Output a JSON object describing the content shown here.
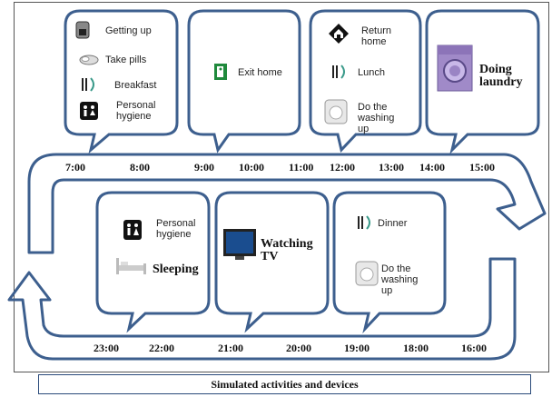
{
  "colors": {
    "stroke": "#3d5f8e"
  },
  "top_bubbles": [
    {
      "items": [
        "Getting up",
        "Take pills",
        "Breakfast",
        "Personal hygiene"
      ]
    },
    {
      "items": [
        "Exit home"
      ]
    },
    {
      "items": [
        "Return home",
        "Lunch",
        "Do the washing up"
      ]
    },
    {
      "items": [
        "Doing laundry"
      ]
    }
  ],
  "bottom_bubbles": [
    {
      "items": [
        "Personal hygiene",
        "Sleeping"
      ]
    },
    {
      "items": [
        "Watching TV"
      ]
    },
    {
      "items": [
        "Dinner",
        "Do the washing up"
      ]
    }
  ],
  "top_times": [
    "7:00",
    "8:00",
    "9:00",
    "10:00",
    "11:00",
    "12:00",
    "13:00",
    "14:00",
    "15:00"
  ],
  "bottom_times": [
    "23:00",
    "22:00",
    "21:00",
    "20:00",
    "19:00",
    "18:00",
    "16:00"
  ],
  "caption": "Simulated activities and devices",
  "icons": {
    "getting_up": "coffee-machine-icon",
    "take_pills": "pills-icon",
    "breakfast": "cutlery-icon",
    "hygiene": "toilet-icon",
    "exit": "exit-sign-icon",
    "return_home": "home-icon",
    "lunch": "cutlery-icon",
    "washing_up": "dishwasher-icon",
    "laundry": "washing-machine-icon",
    "sleeping": "bed-icon",
    "tv": "tv-icon",
    "dinner": "cutlery-icon"
  }
}
